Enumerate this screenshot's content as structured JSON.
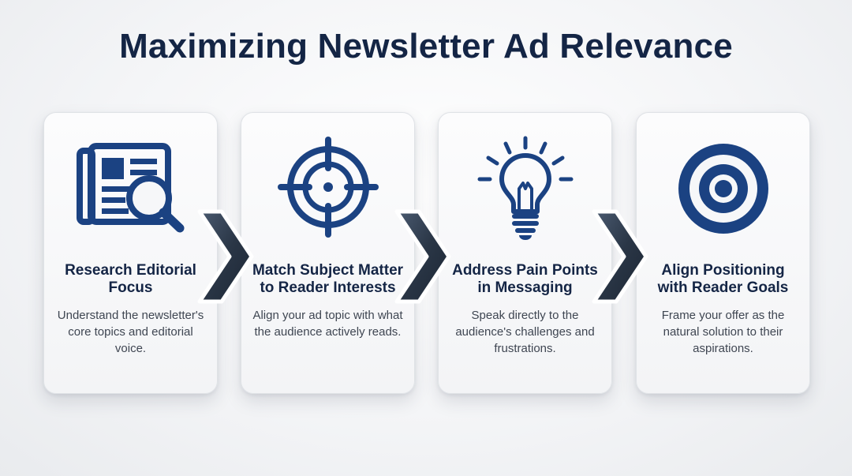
{
  "title": "Maximizing Newsletter Ad Relevance",
  "colors": {
    "accent": "#1b4282",
    "heading": "#142545",
    "body_text": "#3f4652",
    "chevron_dark": "#2d3846"
  },
  "steps": [
    {
      "icon": "newspaper-magnifier-icon",
      "title": "Research Editorial Focus",
      "description": "Understand the newsletter's core topics and editorial voice."
    },
    {
      "icon": "crosshair-icon",
      "title": "Match Subject Matter to Reader Interests",
      "description": "Align your ad topic with what the audience actively reads."
    },
    {
      "icon": "lightbulb-icon",
      "title": "Address Pain Points in Messaging",
      "description": "Speak directly to the audience's challenges and frustrations."
    },
    {
      "icon": "target-icon",
      "title": "Align Positioning with Reader Goals",
      "description": "Frame your offer as the natural solution to their aspirations."
    }
  ]
}
